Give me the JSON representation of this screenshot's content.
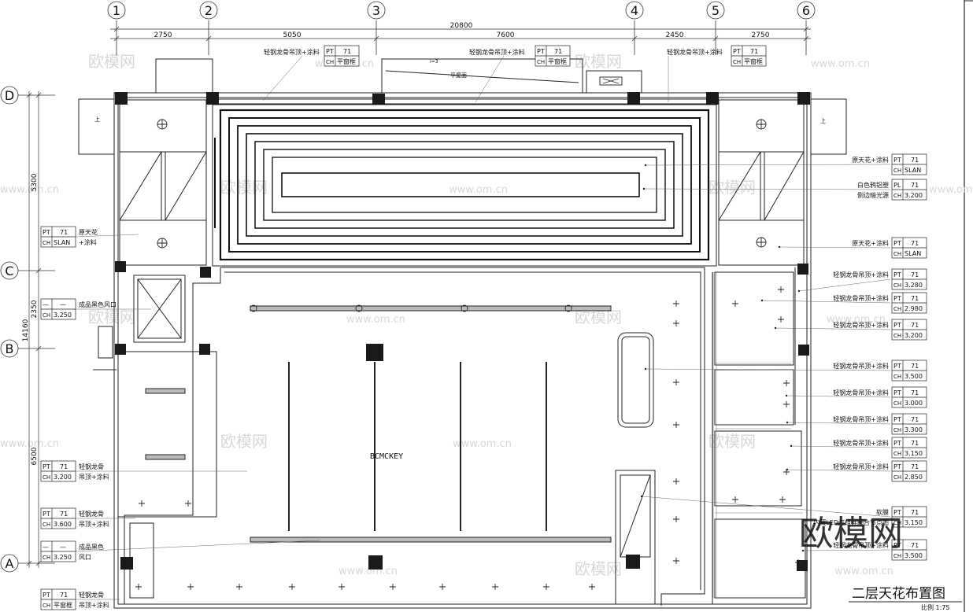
{
  "drawing": {
    "title": "二层天花布置图",
    "scale": "比例 1:75",
    "center_mark": "BCMCKEY",
    "total_width": "20800",
    "total_height": "14160"
  },
  "grid_columns": [
    "1",
    "2",
    "3",
    "4",
    "5",
    "6"
  ],
  "grid_rows": [
    "D",
    "C",
    "B",
    "A"
  ],
  "dims_top": [
    "2750",
    "5050",
    "7600",
    "2450",
    "2750"
  ],
  "dims_left": [
    "5300",
    "2350",
    "6500"
  ],
  "watermark": {
    "brand": "欧模网",
    "url": "www.om.cn",
    "big_logo": "欧模网"
  },
  "misc_labels": {
    "stair_up_1": "上",
    "stair_up_2": "上",
    "slope": "平屋面",
    "slope_pct": "i=3"
  },
  "tags_left": [
    {
      "code": "PT",
      "num": "71",
      "ch": "CH",
      "val": "SLAN",
      "l1": "原天花",
      "l2": "+涂料"
    },
    {
      "code": "—",
      "num": "—",
      "ch": "CH",
      "val": "3.250",
      "l1": "成品黑色风口",
      "l2": ""
    },
    {
      "code": "PT",
      "num": "71",
      "ch": "CH",
      "val": "3.200",
      "l1": "轻钢龙骨",
      "l2": "吊顶+涂料"
    },
    {
      "code": "PT",
      "num": "71",
      "ch": "CH",
      "val": "3.600",
      "l1": "轻钢龙骨",
      "l2": "吊顶+涂料"
    },
    {
      "code": "—",
      "num": "—",
      "ch": "CH",
      "val": "3.250",
      "l1": "成品黑色",
      "l2": "风口"
    },
    {
      "code": "PT",
      "num": "71",
      "ch": "CH",
      "val": "平窗框",
      "l1": "轻钢龙骨",
      "l2": "吊顶+涂料"
    }
  ],
  "tags_top": [
    {
      "code": "PT",
      "num": "71",
      "ch": "CH",
      "val": "平窗框",
      "l1": "轻钢龙骨吊顶+涂料"
    },
    {
      "code": "PT",
      "num": "71",
      "ch": "CH",
      "val": "平窗框",
      "l1": "轻钢龙骨吊顶+涂料"
    },
    {
      "code": "PT",
      "num": "71",
      "ch": "CH",
      "val": "平窗框",
      "l1": "轻钢龙骨吊顶+涂料"
    }
  ],
  "tags_right": [
    {
      "code": "PT",
      "num": "71",
      "ch": "CH",
      "val": "SLAN",
      "l1": "原天花+涂料",
      "l2": ""
    },
    {
      "code": "PL",
      "num": "71",
      "ch": "CH",
      "val": "3.200",
      "l1": "白色鸦铝塑",
      "l2": "侧边暗光源"
    },
    {
      "code": "PT",
      "num": "71",
      "ch": "CH",
      "val": "SLAN",
      "l1": "原天花+涂料",
      "l2": ""
    },
    {
      "code": "PT",
      "num": "71",
      "ch": "CH",
      "val": "3.280",
      "l1": "轻钢龙骨吊顶+涂料",
      "l2": ""
    },
    {
      "code": "PT",
      "num": "71",
      "ch": "CH",
      "val": "2.980",
      "l1": "轻钢龙骨吊顶+涂料",
      "l2": ""
    },
    {
      "code": "PT",
      "num": "71",
      "ch": "CH",
      "val": "3.200",
      "l1": "轻钢龙骨吊顶+涂料",
      "l2": ""
    },
    {
      "code": "PT",
      "num": "71",
      "ch": "CH",
      "val": "3.500",
      "l1": "轻钢龙骨吊顶+涂料",
      "l2": ""
    },
    {
      "code": "PT",
      "num": "71",
      "ch": "CH",
      "val": "3.000",
      "l1": "轻钢龙骨吊顶+涂料",
      "l2": ""
    },
    {
      "code": "PT",
      "num": "71",
      "ch": "CH",
      "val": "3.300",
      "l1": "轻钢龙骨吊顶+涂料",
      "l2": ""
    },
    {
      "code": "PT",
      "num": "71",
      "ch": "CH",
      "val": "3.150",
      "l1": "轻钢龙骨吊顶+涂料",
      "l2": ""
    },
    {
      "code": "PT",
      "num": "71",
      "ch": "CH",
      "val": "2.850",
      "l1": "轻钢龙骨吊顶+涂料",
      "l2": ""
    },
    {
      "code": "PT",
      "num": "71",
      "ch": "CH",
      "val": "3.150",
      "l1": "软膜",
      "l2": "内藏LED灯组详细合节点图"
    },
    {
      "code": "PT",
      "num": "71",
      "ch": "CH",
      "val": "3.500",
      "l1": "轻钢龙骨吊顶+涂料",
      "l2": ""
    }
  ]
}
